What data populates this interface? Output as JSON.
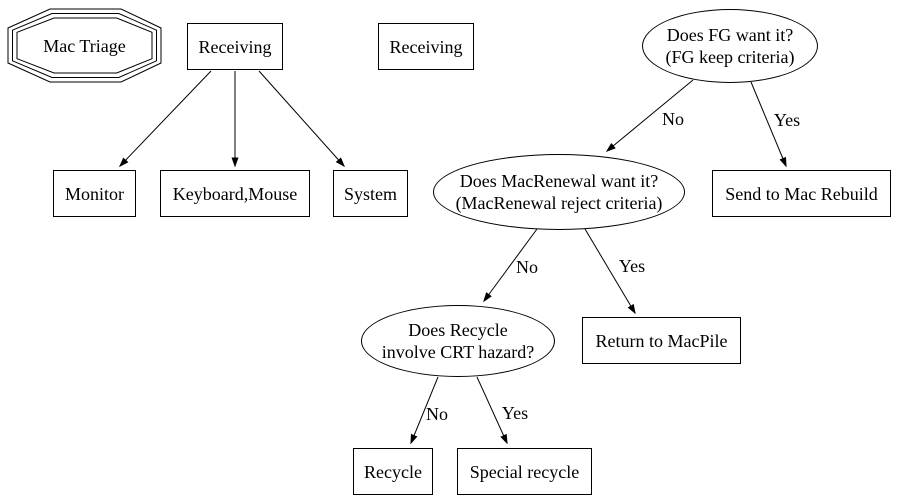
{
  "diagram": {
    "type": "flowchart",
    "title": "Mac Triage",
    "colors": {
      "background": "#ffffff",
      "stroke": "#000000",
      "text": "#000000"
    },
    "nodes": {
      "mac_triage": {
        "label": "Mac Triage",
        "shape": "triple-octagon"
      },
      "receiving_1": {
        "label": "Receiving",
        "shape": "box"
      },
      "receiving_2": {
        "label": "Receiving",
        "shape": "box"
      },
      "fg_question": {
        "label": "Does FG want it?\n(FG keep criteria)",
        "shape": "ellipse"
      },
      "monitor": {
        "label": "Monitor",
        "shape": "box"
      },
      "keyboard_mouse": {
        "label": "Keyboard,Mouse",
        "shape": "box"
      },
      "system": {
        "label": "System",
        "shape": "box"
      },
      "macrenewal_question": {
        "label": "Does MacRenewal want it?\n(MacRenewal reject criteria)",
        "shape": "ellipse"
      },
      "send_to_mac_rebuild": {
        "label": "Send to Mac Rebuild",
        "shape": "box"
      },
      "crt_question": {
        "label": "Does Recycle\ninvolve CRT hazard?",
        "shape": "ellipse"
      },
      "return_to_macpile": {
        "label": "Return to MacPile",
        "shape": "box"
      },
      "recycle": {
        "label": "Recycle",
        "shape": "box"
      },
      "special_recycle": {
        "label": "Special recycle",
        "shape": "box"
      }
    },
    "edges": [
      {
        "from": "receiving_1",
        "to": "monitor",
        "label": ""
      },
      {
        "from": "receiving_1",
        "to": "keyboard_mouse",
        "label": ""
      },
      {
        "from": "receiving_1",
        "to": "system",
        "label": ""
      },
      {
        "from": "fg_question",
        "to": "macrenewal_question",
        "label": "No"
      },
      {
        "from": "fg_question",
        "to": "send_to_mac_rebuild",
        "label": "Yes"
      },
      {
        "from": "macrenewal_question",
        "to": "crt_question",
        "label": "No"
      },
      {
        "from": "macrenewal_question",
        "to": "return_to_macpile",
        "label": "Yes"
      },
      {
        "from": "crt_question",
        "to": "recycle",
        "label": "No"
      },
      {
        "from": "crt_question",
        "to": "special_recycle",
        "label": "Yes"
      }
    ]
  }
}
